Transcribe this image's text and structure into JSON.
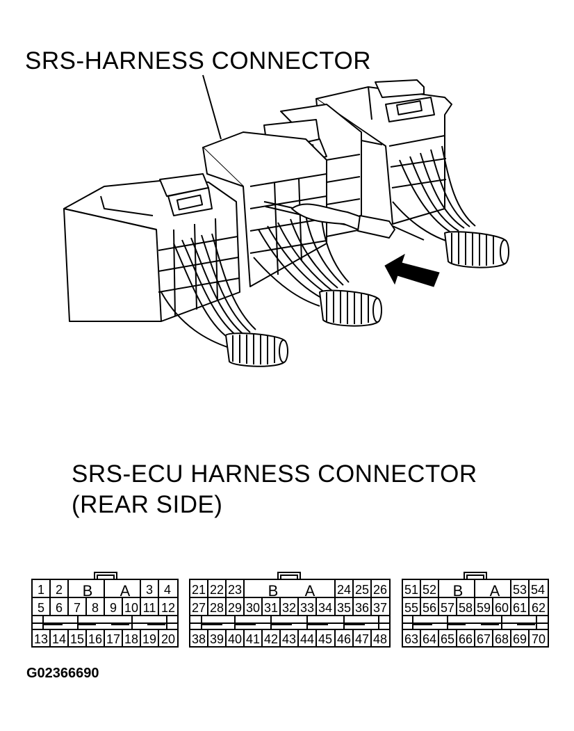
{
  "title_top": "SRS-HARNESS CONNECTOR",
  "title_bottom_line1": "SRS-ECU HARNESS CONNECTOR",
  "title_bottom_line2": "(REAR SIDE)",
  "figure_id": "G02366690",
  "connectors": [
    {
      "id": "left",
      "row1": [
        "1",
        "2",
        "B",
        "A",
        "3",
        "4"
      ],
      "row2": [
        "5",
        "6",
        "7",
        "8",
        "9",
        "10",
        "11",
        "12"
      ],
      "row3": [
        "13",
        "14",
        "15",
        "16",
        "17",
        "18",
        "19",
        "20"
      ]
    },
    {
      "id": "middle",
      "row1": [
        "21",
        "22",
        "23",
        "B",
        "A",
        "24",
        "25",
        "26"
      ],
      "row2": [
        "27",
        "28",
        "29",
        "30",
        "31",
        "32",
        "33",
        "34",
        "35",
        "36",
        "37"
      ],
      "row3": [
        "38",
        "39",
        "40",
        "41",
        "42",
        "43",
        "44",
        "45",
        "46",
        "47",
        "48"
      ]
    },
    {
      "id": "right",
      "row1": [
        "51",
        "52",
        "B",
        "A",
        "53",
        "54"
      ],
      "row2": [
        "55",
        "56",
        "57",
        "58",
        "59",
        "60",
        "61",
        "62"
      ],
      "row3": [
        "63",
        "64",
        "65",
        "66",
        "67",
        "68",
        "69",
        "70"
      ]
    }
  ]
}
